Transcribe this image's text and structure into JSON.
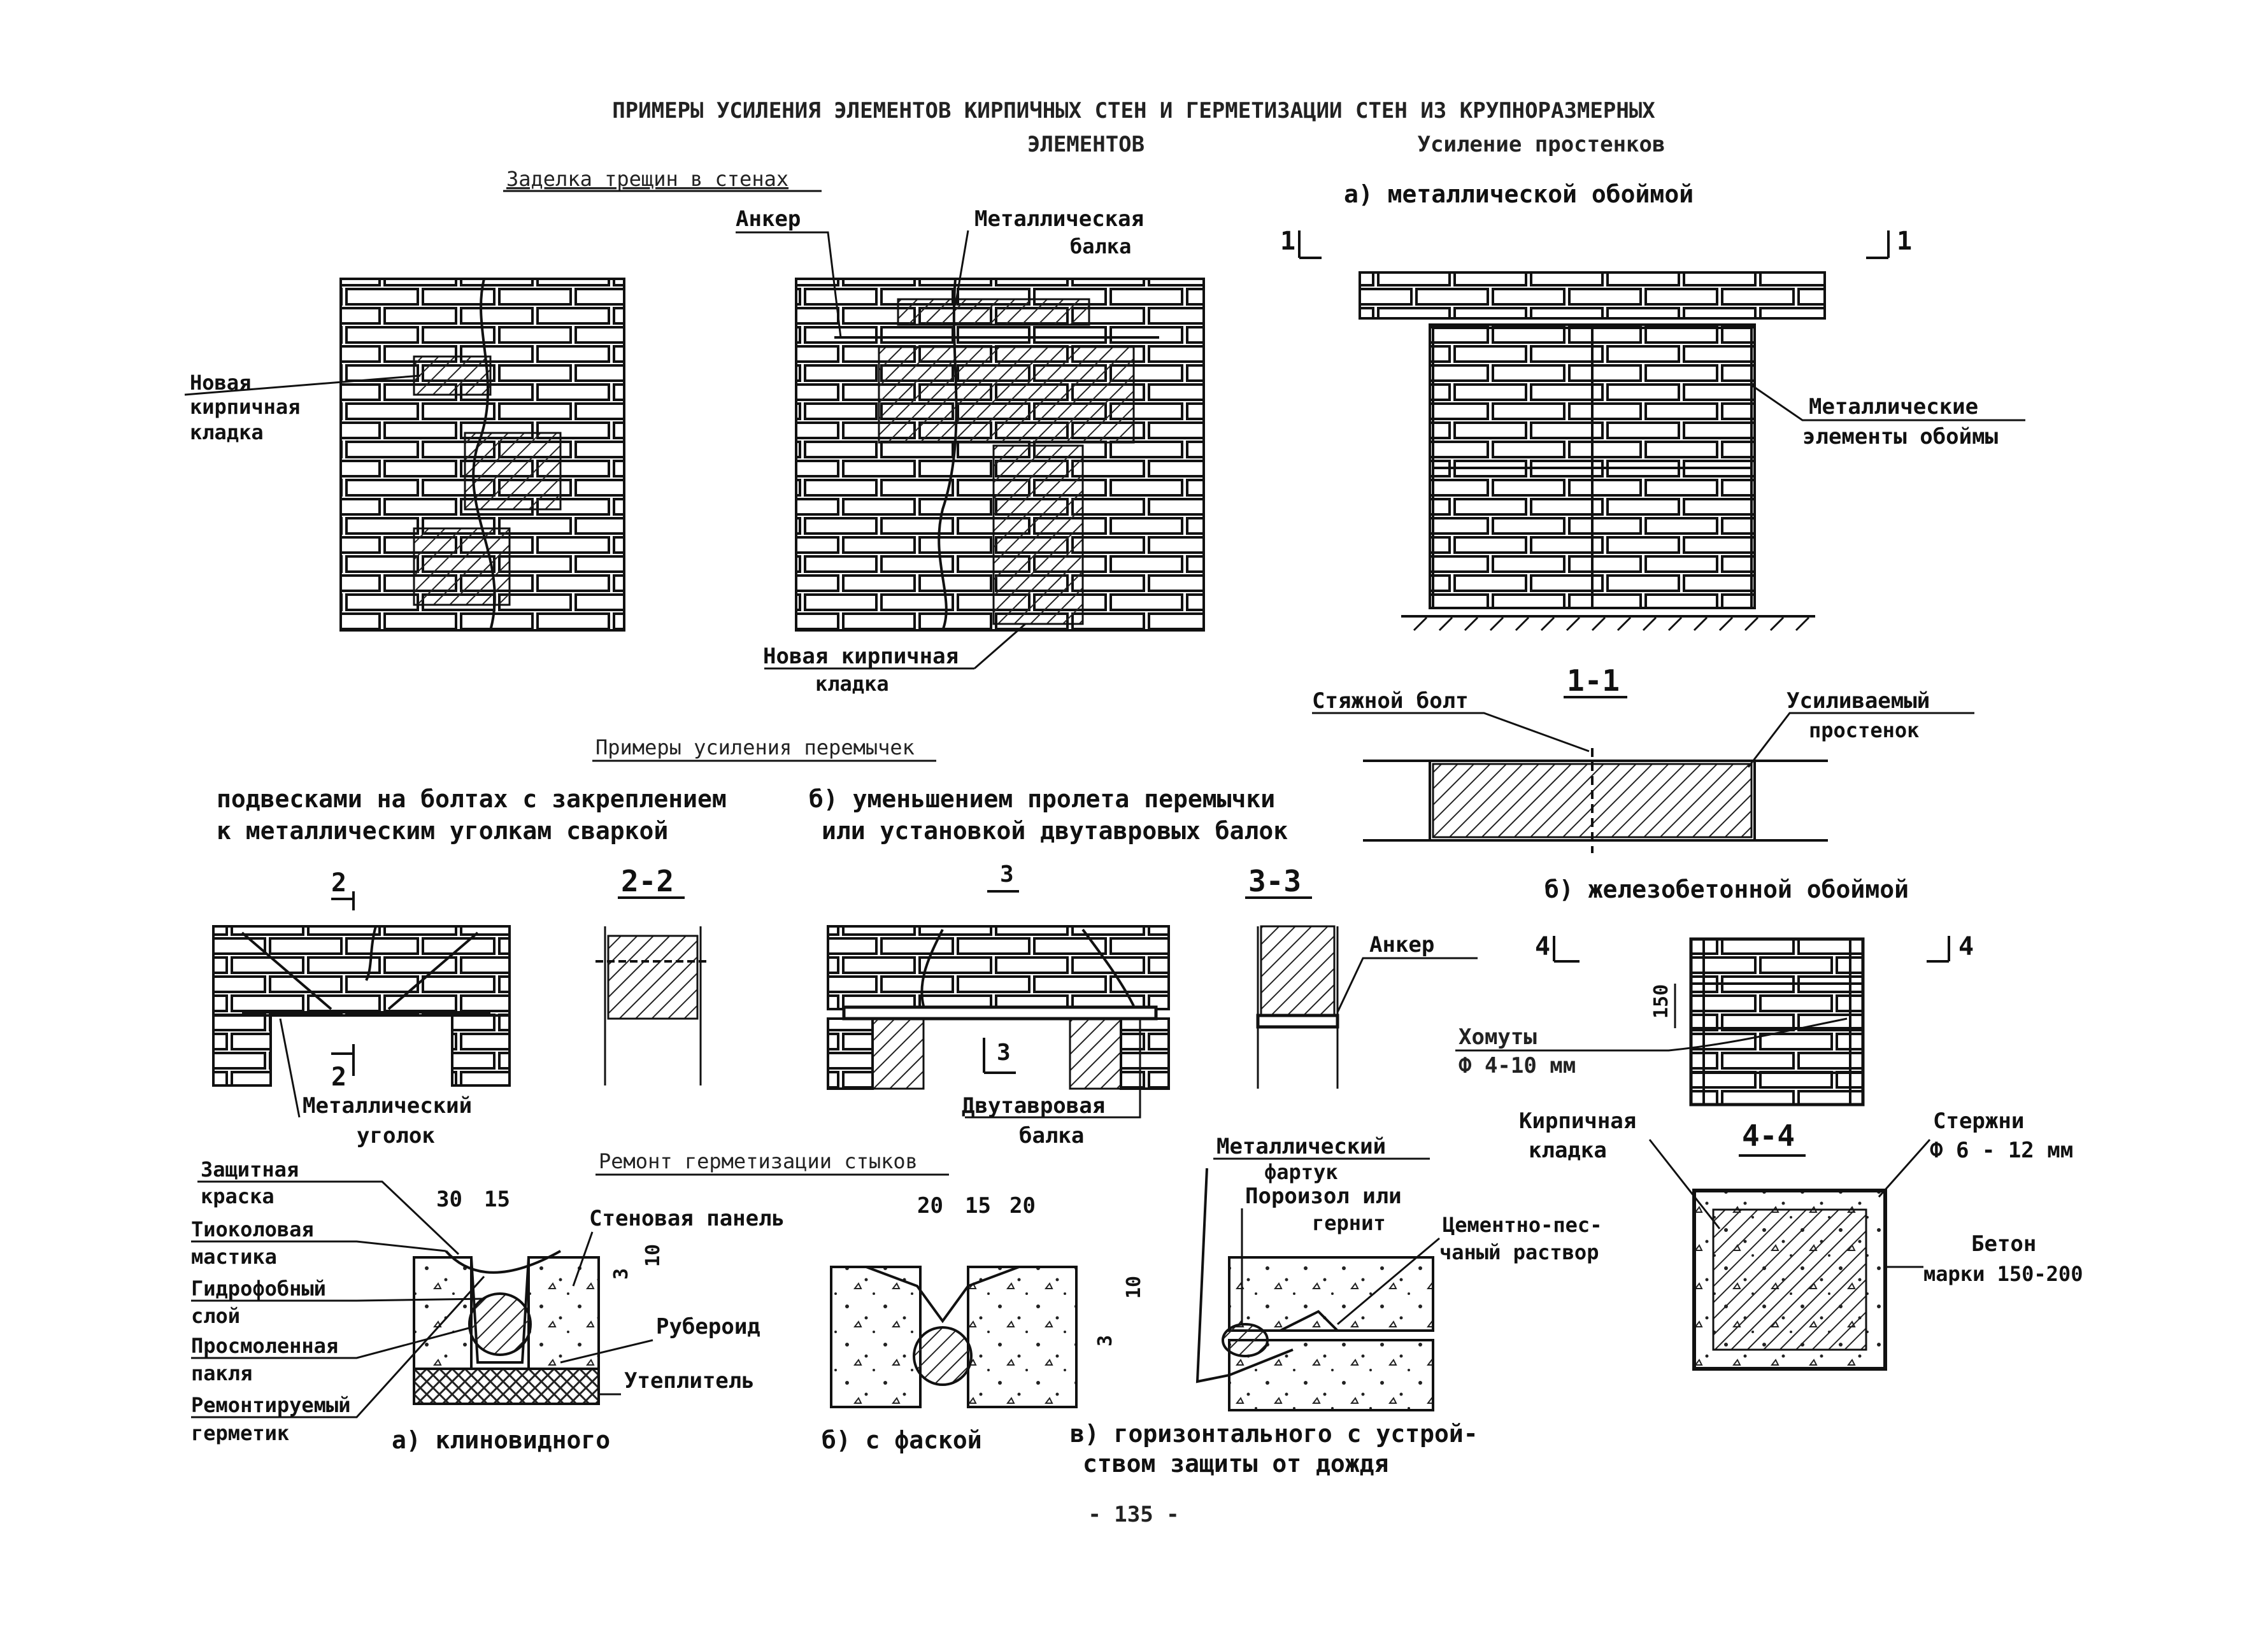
{
  "header": {
    "title_line1": "ПРИМЕРЫ УСИЛЕНИЯ ЭЛЕМЕНТОВ КИРПИЧНЫХ СТЕН И ГЕРМЕТИЗАЦИИ СТЕН ИЗ КРУПНОРАЗМЕРНЫХ",
    "title_line2": "ЭЛЕМЕНТОВ",
    "subtitle_right": "Усиление простенков"
  },
  "crack_section": {
    "heading": "Заделка трещин в стенах",
    "label_new_masonry": [
      "Новая",
      "кирпичная",
      "кладка"
    ],
    "label_anchor": "Анкер",
    "label_metal_beam": [
      "Металлическая",
      "балка"
    ],
    "label_new_masonry_2": [
      "Новая кирпичная",
      "кладка"
    ]
  },
  "pier_metal": {
    "heading": "а) металлической обоймой",
    "marker_left": "1",
    "marker_right": "1",
    "label_elements": [
      "Металлические",
      "элементы обоймы"
    ],
    "section_title": "1-1",
    "label_bolt": "Стяжной болт",
    "label_pier": [
      "Усиливаемый",
      "простенок"
    ]
  },
  "lintel_section": {
    "heading": "Примеры усиления перемычек",
    "method_a": [
      "подвесками на болтах с закреплением",
      "к металлическим уголкам сваркой"
    ],
    "method_b": [
      "б) уменьшением пролета перемычки",
      "или установкой двутавровых балок"
    ],
    "mark_2": "2",
    "section_2_2": "2-2",
    "mark_3": "3",
    "section_3_3": "3-3",
    "label_angle": [
      "Металлический",
      "уголок"
    ],
    "label_anchor": "Анкер",
    "label_ibeam": [
      "Двутавровая",
      "балка"
    ]
  },
  "pier_rc": {
    "heading": "б) железобетонной обоймой",
    "marker_left": "4",
    "marker_right": "4",
    "dim_150": "150",
    "label_stirrups": [
      "Хомуты",
      "Ф 4-10 мм"
    ],
    "label_masonry": [
      "Кирпичная",
      "кладка"
    ],
    "section_title": "4-4",
    "label_rods": [
      "Стержни",
      "Ф 6 - 12 мм"
    ],
    "label_concrete": [
      "Бетон",
      "марки 150-200"
    ]
  },
  "joint_section": {
    "heading": "Ремонт герметизации стыков",
    "left_labels": [
      "Защитная",
      "краска",
      "Тиоколовая",
      "мастика",
      "Гидрофобный",
      "слой",
      "Просмоленная",
      "пакля",
      "Ремонтируемый",
      "герметик"
    ],
    "dims_a": [
      "30",
      "15"
    ],
    "label_wall_panel": "Стеновая панель",
    "label_roofing": "Рубероид",
    "label_insulation": "Утеплитель",
    "dim_a_10": "10",
    "dim_a_3": "3",
    "caption_a": "а) клиновидного",
    "dims_b": [
      "20",
      "15",
      "20"
    ],
    "dim_b_10": "10",
    "dim_b_3": "3",
    "caption_b": "б) с фаской",
    "label_apron": [
      "Металлический",
      "фартук"
    ],
    "label_porizol": [
      "Пороизол или",
      "гернит"
    ],
    "label_mortar": [
      "Цементно-пес-",
      "чаный раствор"
    ],
    "caption_c": [
      "в) горизонтального с устрой-",
      "ством защиты от дождя"
    ]
  },
  "page_number": "- 135 -"
}
